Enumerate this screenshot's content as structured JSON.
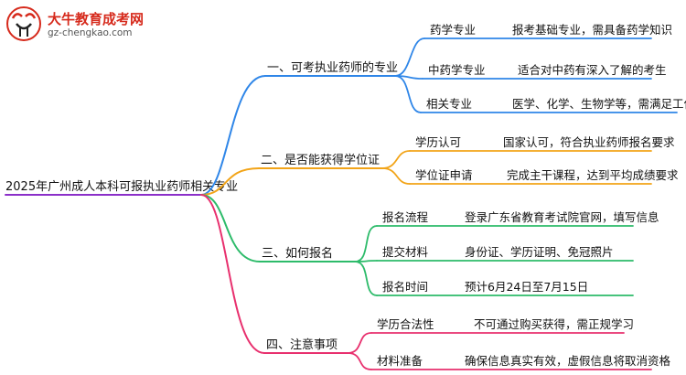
{
  "logo": {
    "name": "大牛教育成考网",
    "url": "gz-chengkao.com"
  },
  "root": {
    "label": "2025年广州成人本科可报执业药师相关专业"
  },
  "colors": {
    "blue": "#2f86e8",
    "orange": "#f2a418",
    "green": "#2dbb6a",
    "magenta": "#e8306e",
    "root_line": "#8b2fc9"
  },
  "branches": [
    {
      "label": "一、可考执业药师的专业",
      "color": "blue",
      "children": [
        {
          "label": "药学专业",
          "detail": "报考基础专业，需具备药学知识"
        },
        {
          "label": "中药学专业",
          "detail": "适合对中药有深入了解的考生"
        },
        {
          "label": "相关专业",
          "detail": "医学、化学、生物学等，需满足工作年限"
        }
      ]
    },
    {
      "label": "二、是否能获得学位证",
      "color": "orange",
      "children": [
        {
          "label": "学历认可",
          "detail": "国家认可，符合执业药师报名要求"
        },
        {
          "label": "学位证申请",
          "detail": "完成主干课程，达到平均成绩要求"
        }
      ]
    },
    {
      "label": "三、如何报名",
      "color": "green",
      "children": [
        {
          "label": "报名流程",
          "detail": "登录广东省教育考试院官网，填写信息"
        },
        {
          "label": "提交材料",
          "detail": "身份证、学历证明、免冠照片"
        },
        {
          "label": "报名时间",
          "detail": "预计6月24日至7月15日"
        }
      ]
    },
    {
      "label": "四、注意事项",
      "color": "magenta",
      "children": [
        {
          "label": "学历合法性",
          "detail": "不可通过购买获得，需正规学习"
        },
        {
          "label": "材料准备",
          "detail": "确保信息真实有效，虚假信息将取消资格"
        }
      ]
    }
  ]
}
